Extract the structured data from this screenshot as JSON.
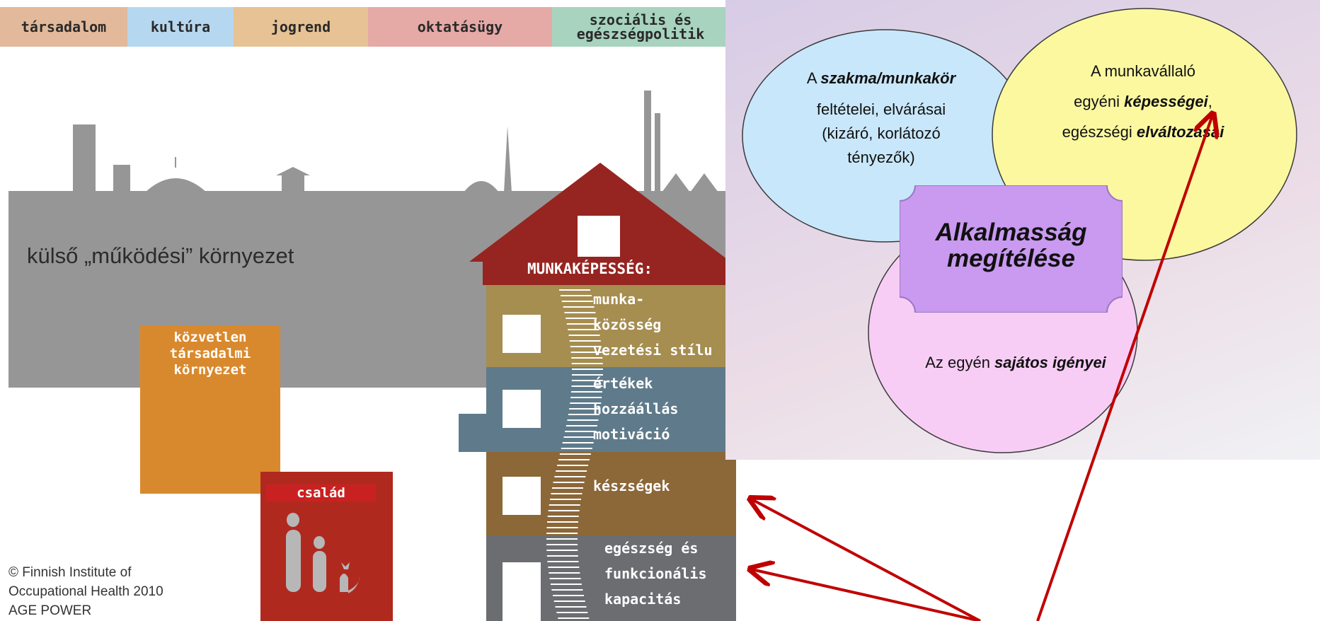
{
  "categories": [
    {
      "label": "társadalom",
      "color": "#e2b99a"
    },
    {
      "label": "kultúra",
      "color": "#b6d7f0"
    },
    {
      "label": "jogrend",
      "color": "#e6c294"
    },
    {
      "label": "oktatásügy",
      "color": "#e5a9a6"
    },
    {
      "label_line1": "szociális és",
      "label_line2": "egészségpolitik",
      "color": "#a7d3bf"
    }
  ],
  "environment_label": "külső „működési” környezet",
  "social_env": {
    "line1": "közvetlen",
    "line2": "társadalmi",
    "line3": "környezet"
  },
  "family_label": "család",
  "house": {
    "roof_label": "MUNKAKÉPESSÉG:",
    "floor1": {
      "line1": "munka-",
      "line2": "közösség",
      "line3": "vezetési stílu"
    },
    "floor2": {
      "line1": "értékek",
      "line2": "hozzáállás",
      "line3": "motiváció"
    },
    "floor3": {
      "line1": "készségek"
    },
    "floor4": {
      "line1": "egészség és",
      "line2": "funkcionális",
      "line3": "kapacitás"
    }
  },
  "copyright": {
    "line1": "© Finnish Institute of",
    "line2": "Occupational Health 2010",
    "line3": "AGE POWER"
  },
  "venn": {
    "left": {
      "pre": "A ",
      "emph": "szakma/munkakör",
      "line2": "feltételei, elvárásai",
      "line3": "(kizáró, korlátozó",
      "line4": "tényezők)"
    },
    "right": {
      "line1": "A munkavállaló",
      "line2_pre": "egyéni ",
      "line2_emph": "képességei",
      "line2_post": ",",
      "line3_pre": "egészségi ",
      "line3_emph": "elváltozásai"
    },
    "bottom": {
      "pre": "Az egyén ",
      "emph": "sajátos igényei"
    },
    "center_line1": "Alkalmasság",
    "center_line2": "megítélése"
  },
  "colors": {
    "arrow": "#c00000",
    "left_circle": "#c9e7fb",
    "right_circle": "#fbf8a0",
    "bottom_circle": "#f8cdf5",
    "center_box": "#c99af0"
  }
}
